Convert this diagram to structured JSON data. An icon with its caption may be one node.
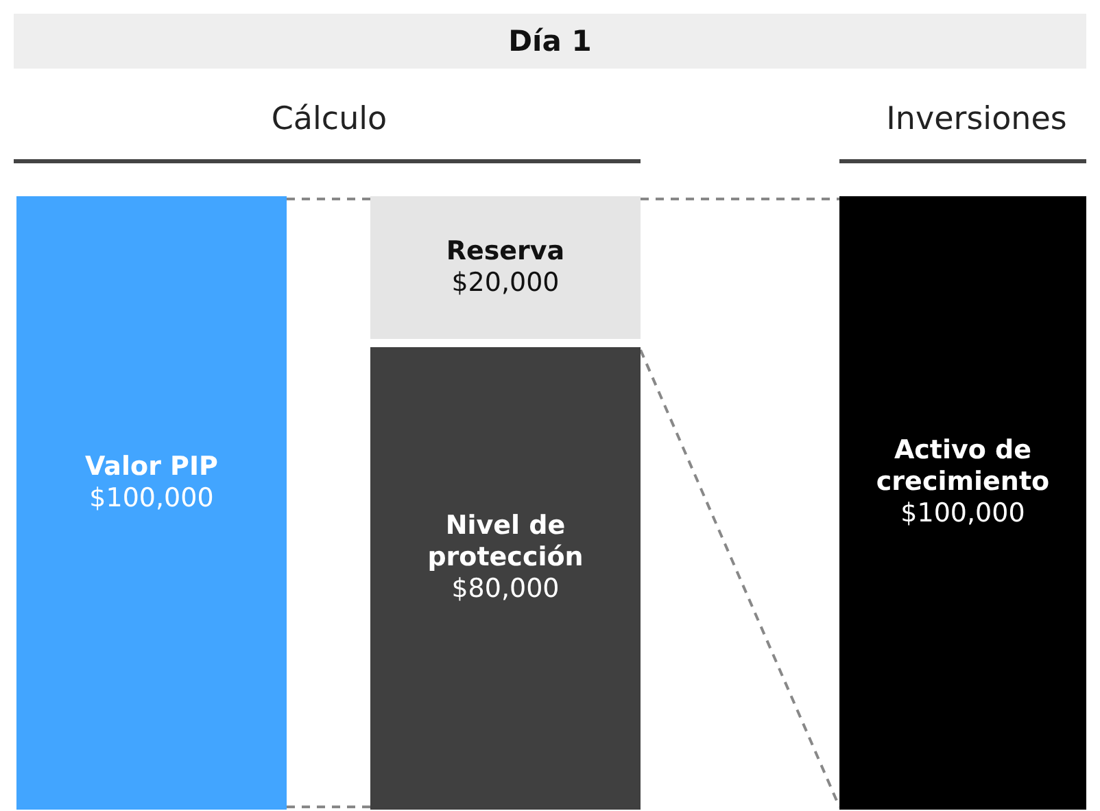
{
  "diagram": {
    "nodes": [
      {
        "text": [
          "Día 1"
        ]
      },
      {
        "text": [
          "Valor PIP",
          "$100,000"
        ]
      },
      {
        "text": [
          "Reserva",
          "$20,000"
        ]
      },
      {
        "text": [
          "Nivel de protección",
          "$80,000"
        ]
      },
      {
        "text": [
          "Activo de crecimiento",
          "$100,000"
        ]
      }
    ],
    "edges": [
      {
        "from": 1,
        "to": 2,
        "arrow": "none",
        "style": "dashed"
      },
      {
        "from": 1,
        "to": 3,
        "arrow": "none",
        "style": "dashed"
      },
      {
        "from": 2,
        "to": 4,
        "arrow": "none",
        "style": "dashed"
      },
      {
        "from": 3,
        "to": 4,
        "arrow": "none",
        "style": "dashed"
      }
    ],
    "labels": [
      "Cálculo",
      "Inversiones"
    ]
  }
}
